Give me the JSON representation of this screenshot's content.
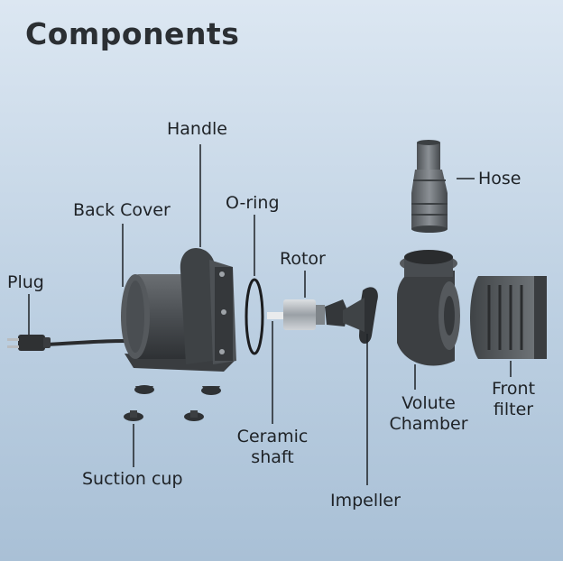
{
  "title": "Components",
  "labels": {
    "handle": "Handle",
    "hose": "Hose",
    "back_cover": "Back Cover",
    "o_ring": "O-ring",
    "rotor": "Rotor",
    "plug": "Plug",
    "volute_chamber_1": "Volute",
    "volute_chamber_2": "Chamber",
    "front_filter_1": "Front",
    "front_filter_2": "filter",
    "ceramic_shaft_1": "Ceramic",
    "ceramic_shaft_2": "shaft",
    "suction_cup": "Suction cup",
    "impeller": "Impeller"
  },
  "colors": {
    "background_top": "#dce7f2",
    "background_bottom": "#a9c0d6",
    "part_dark": "#3a3d40",
    "part_mid": "#55595d",
    "leader_line": "#1e2226"
  }
}
